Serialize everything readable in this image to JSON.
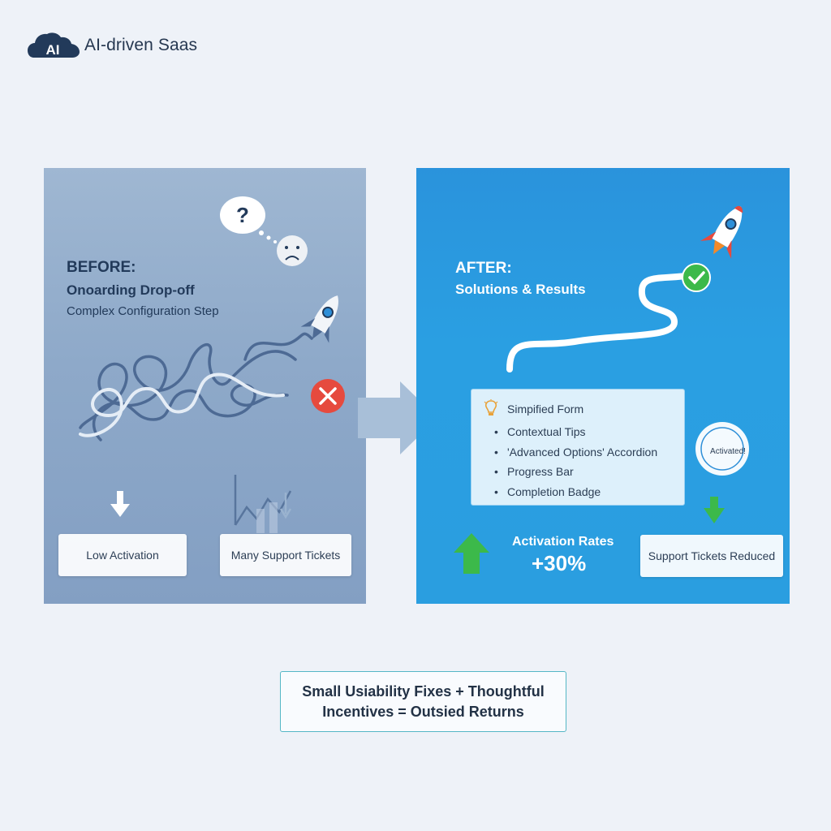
{
  "brand": {
    "logo_text": "AI",
    "name": "AI-driven Saas"
  },
  "before": {
    "title": "BEFORE:",
    "subtitle": "Onoarding Drop-off",
    "subtitle2": "Complex Configuration Step",
    "metric_left": "Low Activation",
    "metric_right": "Many Support Tickets",
    "icons": [
      "question-bubble-icon",
      "sad-face-icon",
      "rocket-icon",
      "tangled-path-icon",
      "x-error-icon",
      "down-arrow-icon",
      "decline-chart-icon"
    ]
  },
  "after": {
    "title": "AFTER:",
    "subtitle": "Solutions & Results",
    "solutions_first": "Simpified Form",
    "solutions": [
      "Contextual Tips",
      "'Advanced Options' Accordion",
      "Progress Bar",
      "Completion Badge"
    ],
    "badge": "Activated!",
    "activation_label": "Activation Rates",
    "activation_value": "+30%",
    "support": "Support Tickets Reduced",
    "icons": [
      "rocket-icon",
      "check-icon",
      "lightbulb-icon",
      "up-arrow-icon",
      "down-arrow-icon",
      "badge-icon"
    ]
  },
  "footer": {
    "line1": "Small Usiability Fixes + Thoughtful",
    "line2": "Incentives = Outsied Returns"
  },
  "colors": {
    "before_panel": "#8ea9c9",
    "after_panel": "#2a9ee0",
    "error_red": "#e64a3e",
    "success_green": "#3cb94a",
    "navy": "#223a5a"
  }
}
